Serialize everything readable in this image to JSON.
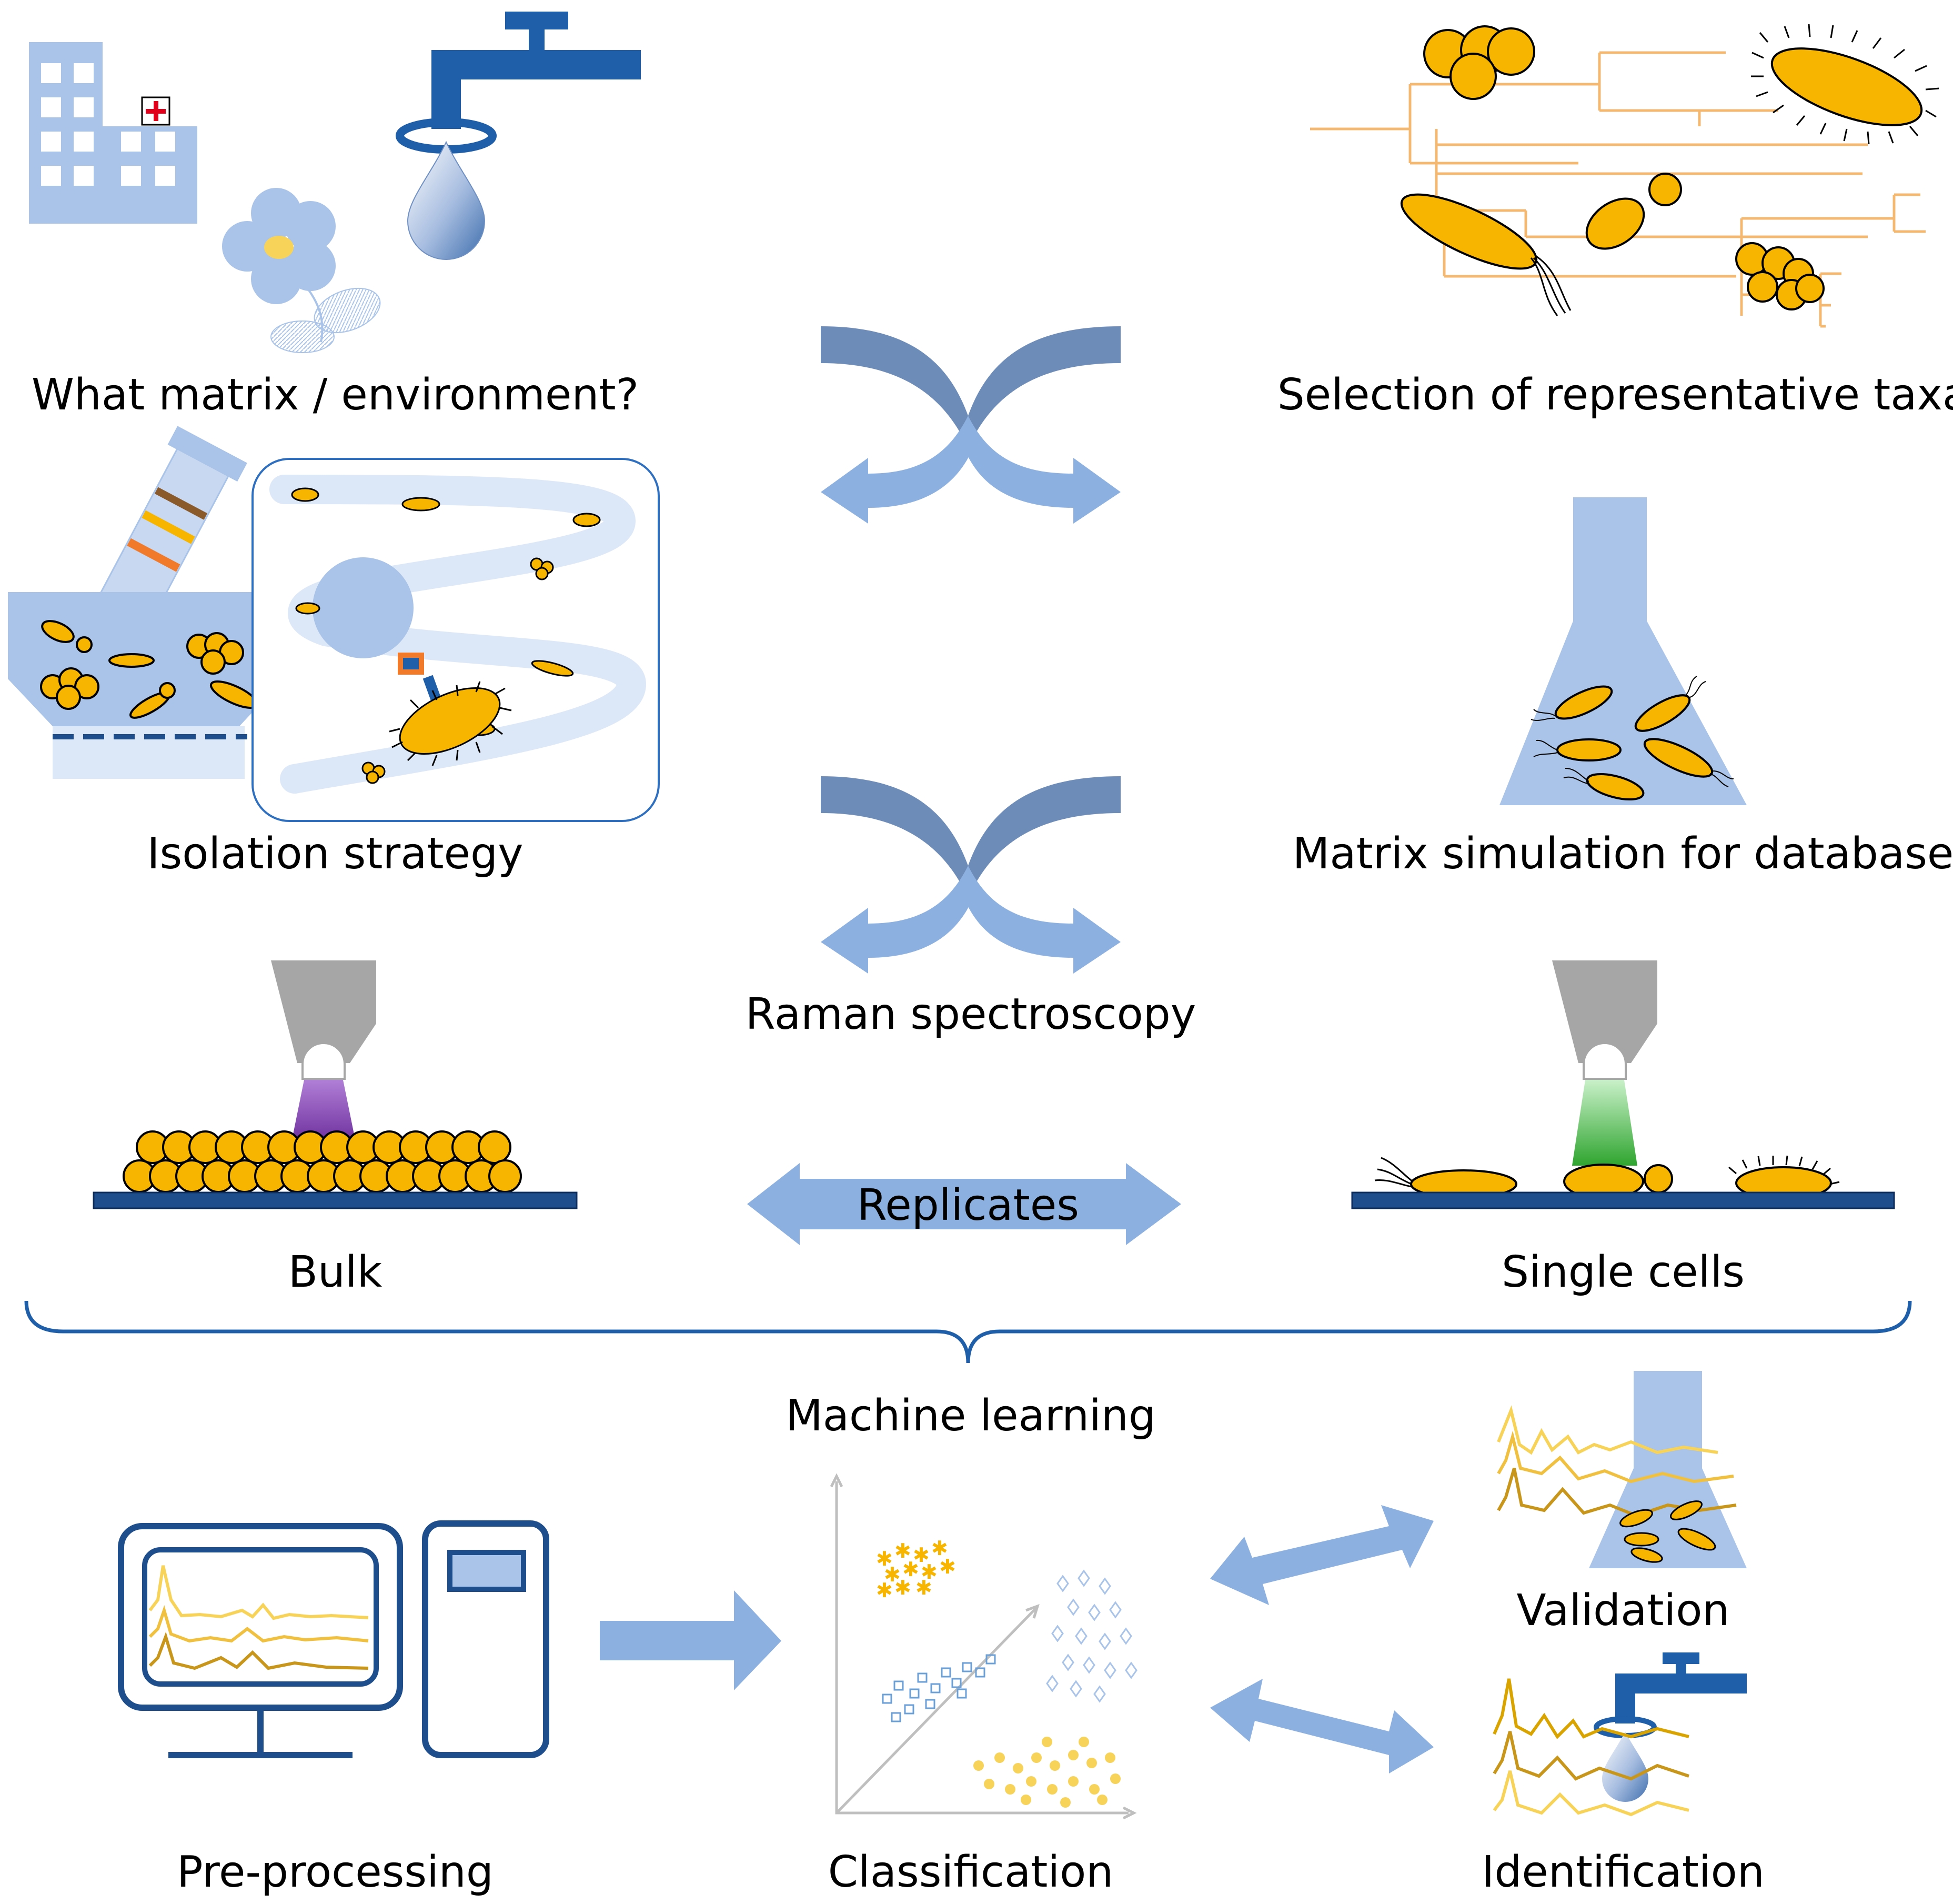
{
  "labels": {
    "matrix_environment": "What matrix / environment?",
    "representative_taxa": "Selection of representative taxa",
    "isolation_strategy": "Isolation strategy",
    "matrix_simulation": "Matrix simulation for database",
    "raman": "Raman spectroscopy",
    "replicates": "Replicates",
    "bulk": "Bulk",
    "single_cells": "Single cells",
    "machine_learning": "Machine learning",
    "pre_processing": "Pre-processing",
    "classification": "Classification",
    "validation": "Validation",
    "identification": "Identification"
  },
  "colors": {
    "light_blue": "#a9c4e8",
    "arrow_blue": "#8cb0e0",
    "dark_arrow": "#6e8cb8",
    "navy": "#1f4e8c",
    "cell_yellow": "#f7b500",
    "gold": "#d9a400",
    "pale_yellow": "#f7d35a",
    "tree_orange": "#f5b870",
    "grey": "#a6a6a6",
    "purple_beam": "#8e44ad",
    "green_beam": "#3cb043"
  },
  "icons": [
    "hospital-icon",
    "flower-icon",
    "water-tap-icon",
    "phylogenetic-tree-icon",
    "centrifuge-tube-icon",
    "microfluidic-chip-icon",
    "culture-flask-icon",
    "laser-objective-icon",
    "computer-icon",
    "scatter-plot-icon"
  ]
}
